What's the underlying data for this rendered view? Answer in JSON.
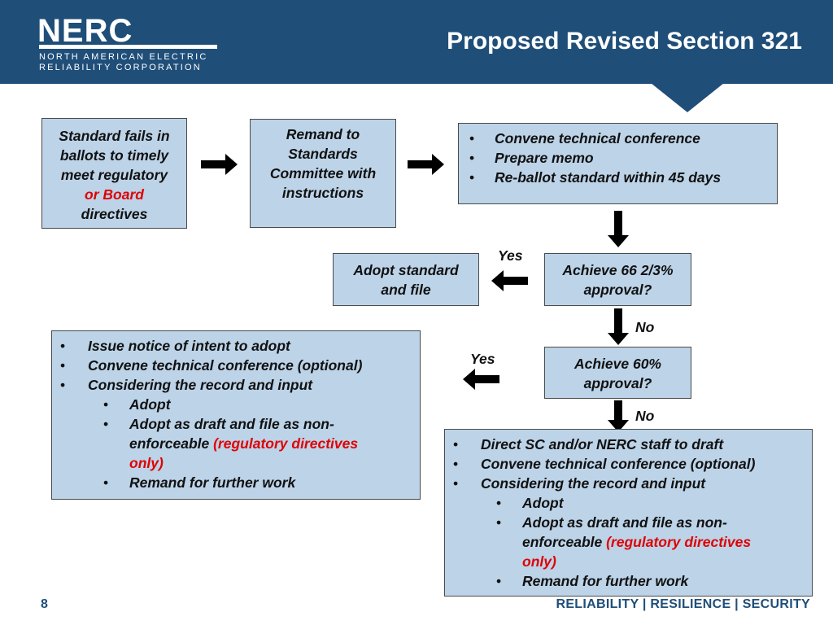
{
  "header": {
    "logo": {
      "word": "NERC",
      "line1": "NORTH AMERICAN ELECTRIC",
      "line2": "RELIABILITY CORPORATION"
    },
    "title": "Proposed Revised Section 321"
  },
  "flow": {
    "box1": {
      "line1": "Standard fails in",
      "line2": "ballots to timely",
      "line3": "meet regulatory",
      "line4_red": "or Board",
      "line5": "directives"
    },
    "box2": {
      "line1": "Remand to",
      "line2": "Standards",
      "line3": "Committee with",
      "line4": "instructions"
    },
    "box3": {
      "items": [
        "Convene technical conference",
        "Prepare memo",
        "Re-ballot standard within 45 days"
      ]
    },
    "box4": {
      "line1": "Achieve 66 2/3%",
      "line2": "approval?"
    },
    "box5": {
      "line1": "Adopt standard",
      "line2": "and file"
    },
    "box6": {
      "line1": "Achieve 60%",
      "line2": "approval?"
    },
    "box7": {
      "item1": "Issue notice of intent to adopt",
      "item2": "Convene technical conference (optional)",
      "item3": "Considering the record and input",
      "sub1": "Adopt",
      "sub2_a": "Adopt as draft and file as non-",
      "sub2_b": "enforceable ",
      "sub2_red_a": "(regulatory directives",
      "sub2_red_b": "only)",
      "sub3": "Remand for further work"
    },
    "box8": {
      "item1": "Direct SC and/or NERC staff to draft",
      "item2": "Convene technical conference (optional)",
      "item3": "Considering the record and input",
      "sub1": "Adopt",
      "sub2_a": "Adopt as draft and file as non-",
      "sub2_b": "enforceable ",
      "sub2_red_a": "(regulatory directives",
      "sub2_red_b": "only)",
      "sub3": "Remand for further work"
    },
    "labels": {
      "yes1": "Yes",
      "no1": "No",
      "yes2": "Yes",
      "no2": "No"
    }
  },
  "footer": {
    "page": "8",
    "tagline": "RELIABILITY | RESILIENCE | SECURITY"
  },
  "colors": {
    "header_bg": "#1f4e79",
    "box_fill": "#bcd3e8",
    "accent_red": "#e00000"
  }
}
